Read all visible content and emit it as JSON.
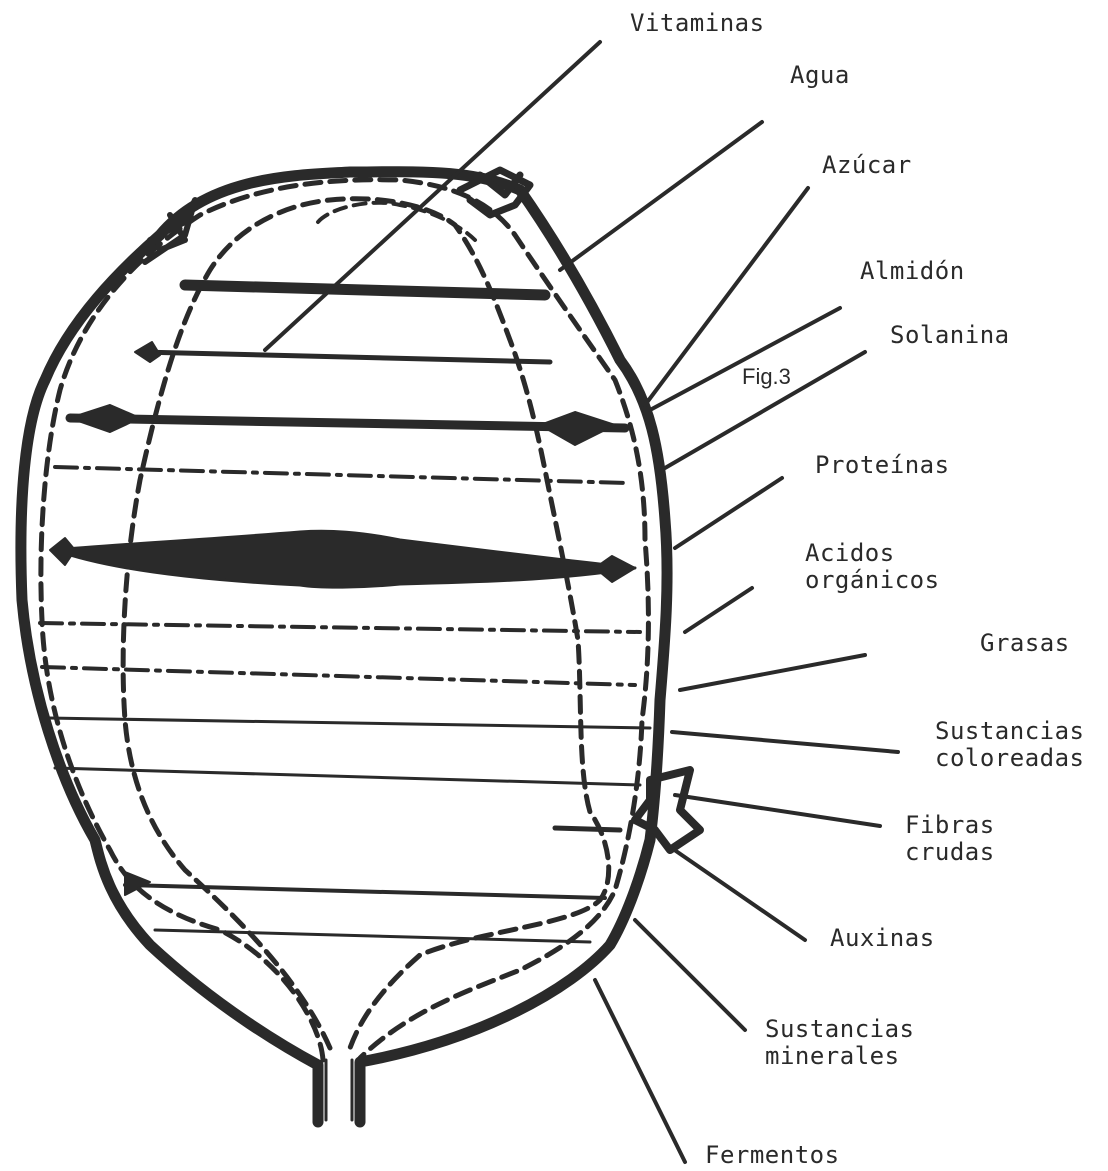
{
  "figure": {
    "label": "Fig.3"
  },
  "labels": {
    "vitaminas": "Vitaminas",
    "agua": "Agua",
    "azucar": "Azúcar",
    "almidon": "Almidón",
    "solanina": "Solanina",
    "proteinas": "Proteínas",
    "acidos_1": "Acidos",
    "acidos_2": "orgánicos",
    "grasas": "Grasas",
    "coloreadas_1": "Sustancias",
    "coloreadas_2": "coloreadas",
    "fibras_1": "Fibras",
    "fibras_2": "crudas",
    "auxinas": "Auxinas",
    "minerales_1": "Sustancias",
    "minerales_2": "minerales",
    "fermentos": "Fermentos"
  },
  "colors": {
    "ink": "#2a2a2a",
    "paper": "#ffffff"
  }
}
